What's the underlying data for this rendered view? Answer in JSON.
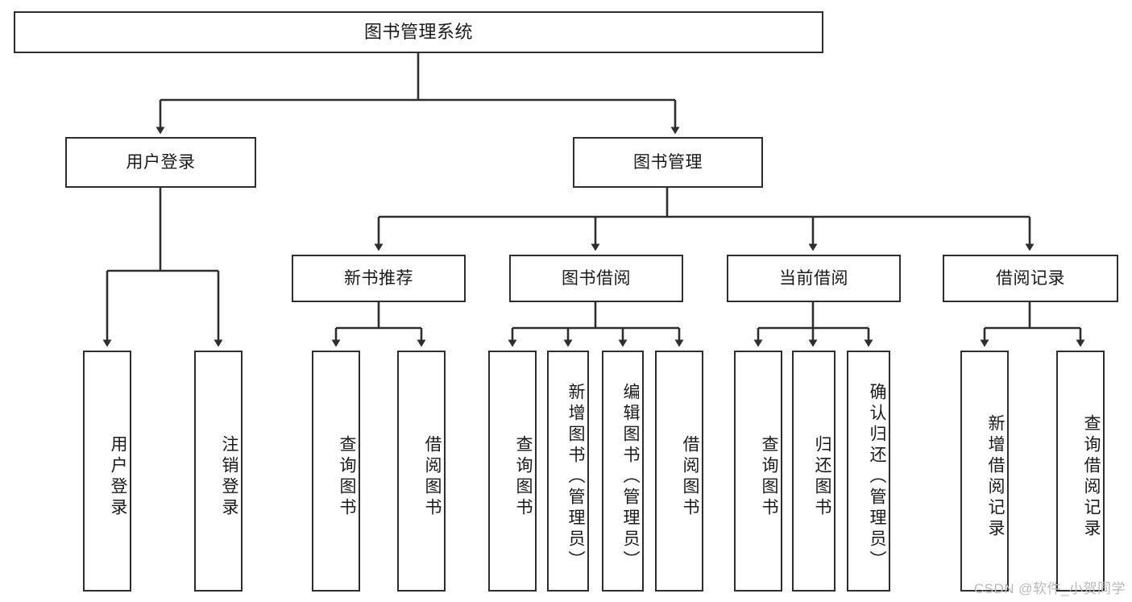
{
  "diagram": {
    "title": "图书管理系统",
    "type": "tree",
    "watermark": "CSDN @软件_小贺同学",
    "colors": {
      "box_border": "#2e2e2e",
      "box_fill": "#ffffff",
      "connector": "#2e2e2e",
      "text": "#1a1a1a",
      "watermark": "#b9b9b9"
    },
    "levels": {
      "root": {
        "label": "图书管理系统"
      },
      "level1": [
        {
          "label": "用户登录"
        },
        {
          "label": "图书管理"
        }
      ],
      "level2": [
        {
          "label": "新书推荐"
        },
        {
          "label": "图书借阅"
        },
        {
          "label": "当前借阅"
        },
        {
          "label": "借阅记录"
        }
      ],
      "leaves": {
        "user_login": [
          {
            "label": "用户登录"
          },
          {
            "label": "注销登录"
          }
        ],
        "new_book_recommend": [
          {
            "label": "查询图书"
          },
          {
            "label": "借阅图书"
          }
        ],
        "book_borrow": [
          {
            "label": "查询图书"
          },
          {
            "label": "新增图书（管理员）"
          },
          {
            "label": "编辑图书（管理员）"
          },
          {
            "label": "借阅图书"
          }
        ],
        "current_borrow": [
          {
            "label": "查询图书"
          },
          {
            "label": "归还图书"
          },
          {
            "label": "确认归还（管理员）"
          }
        ],
        "borrow_record": [
          {
            "label": "新增借阅记录"
          },
          {
            "label": "查询借阅记录"
          }
        ]
      }
    }
  }
}
